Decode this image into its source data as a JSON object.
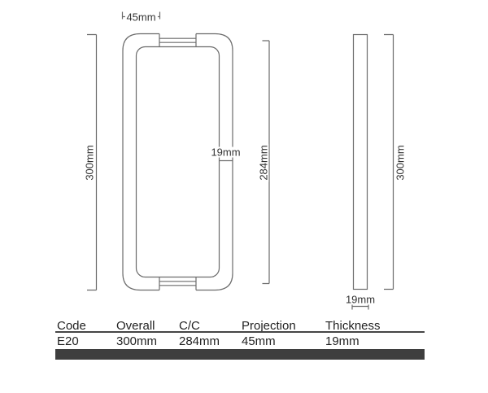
{
  "dimensions": {
    "side_view": {
      "projection": "45mm",
      "overall": "300mm",
      "thickness": "19mm",
      "centres": "284mm"
    },
    "front_view": {
      "overall": "300mm",
      "thickness": "19mm"
    }
  },
  "table": {
    "headers": [
      "Code",
      "Overall",
      "C/C",
      "Projection",
      "Thickness"
    ],
    "row": [
      "E20",
      "300mm",
      "284mm",
      "45mm",
      "19mm"
    ]
  },
  "colors": {
    "drawing_line": "#6b6b6b",
    "dimension_text": "#333333",
    "table_text": "#222222",
    "header_rule": "#454545",
    "footer_bar": "#3e3e3e"
  }
}
